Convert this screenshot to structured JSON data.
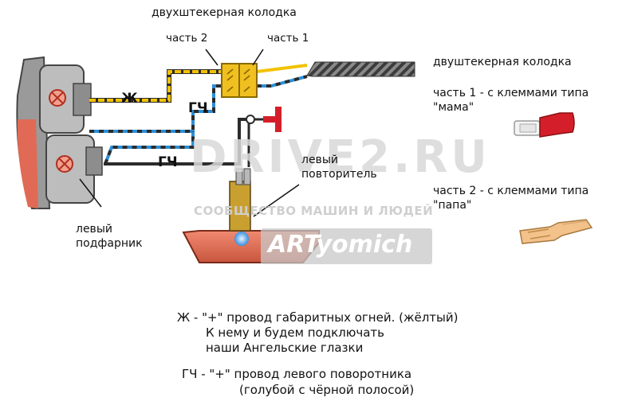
{
  "top_title": "двухштекерная колодка",
  "connector_labels": {
    "part2": "часть 2",
    "part1": "часть 1"
  },
  "wire_labels": {
    "zh": "Ж",
    "gch_upper": "ГЧ",
    "gch_lower": "ГЧ"
  },
  "lamp_labels": {
    "repeater": [
      "левый",
      "повторитель"
    ],
    "parking": [
      "левый",
      "подфарник"
    ]
  },
  "right_panel": {
    "title": "двуштекерная колодка",
    "part1": [
      "часть 1 - с клеммами типа",
      "\"мама\""
    ],
    "part2": [
      "часть 2 - с клеммами типа",
      "\"папа\""
    ]
  },
  "watermark": {
    "site": "DRIVE2.RU",
    "community": "СООБЩЕСТВО МАШИН И ЛЮДЕЙ",
    "author": "ARTyomich"
  },
  "notes": {
    "zh": [
      "Ж - \"+\" провод габаритных огней. (жёлтый)",
      "К нему и будем подключать",
      "наши Ангельские глазки"
    ],
    "gch": [
      "ГЧ - \"+\" провод левого поворотника",
      "(голубой с чёрной полосой)"
    ]
  },
  "colors": {
    "yellow_wire": "#f2c200",
    "blue_wire": "#2a8fd8",
    "dark_wire": "#2b2b2b",
    "lamp_red": "#e06a55",
    "terminal_red": "#d41f2a",
    "connector": "#f0c020"
  }
}
